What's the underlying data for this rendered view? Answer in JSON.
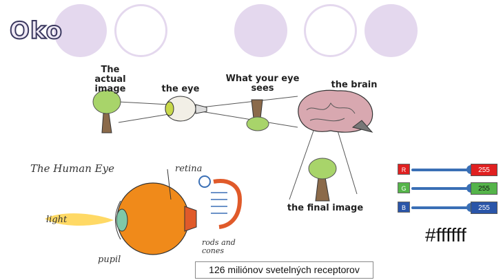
{
  "slide": {
    "title": "Oko",
    "caption": "126 miliónov svetelných receptorov"
  },
  "diagram_top": {
    "labels": {
      "actual_image": "The actual image",
      "the_eye": "the eye",
      "what_eye_sees": "What your eye sees",
      "the_brain": "the brain",
      "final_image": "the final image"
    }
  },
  "diagram_eye": {
    "title": "The Human Eye",
    "labels": {
      "light": "light",
      "pupil": "pupil",
      "retina": "retina",
      "rods_cones": "rods and cones"
    }
  },
  "rgb_widget": {
    "rows": [
      {
        "label": "R",
        "value": "255",
        "color": "#e02020"
      },
      {
        "label": "G",
        "value": "255",
        "color": "#55b44a"
      },
      {
        "label": "B",
        "value": "255",
        "color": "#2a55a8"
      }
    ],
    "hex": "#ffffff"
  },
  "colors": {
    "circle_fill": "#e4d8ee",
    "title_stroke": "#3b3960",
    "tree_foliage": "#a8d46a",
    "tree_trunk": "#8b6a4a",
    "eye_orange": "#f08a1a",
    "light_yellow": "#ffd24a"
  }
}
